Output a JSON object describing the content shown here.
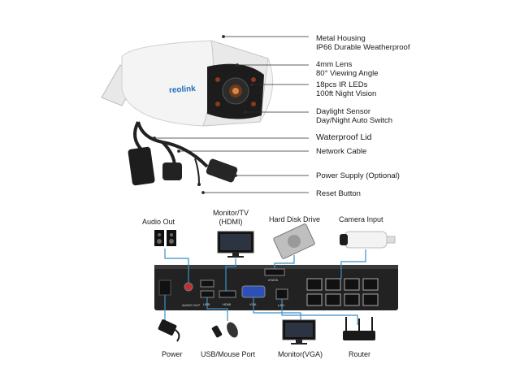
{
  "camera_callouts": [
    {
      "line1": "Metal Housing",
      "line2": "IP66 Durable Weatherproof"
    },
    {
      "line1": "4mm Lens",
      "line2": "80° Viewing Angle"
    },
    {
      "line1": "18pcs IR LEDs",
      "line2": "100ft Night Vision"
    },
    {
      "line1": "Daylight Sensor",
      "line2": "Day/Night Auto Switch"
    },
    {
      "line1": "Waterproof Lid",
      "line2": ""
    },
    {
      "line1": "Network Cable",
      "line2": ""
    },
    {
      "line1": "Power Supply (Optional)",
      "line2": ""
    },
    {
      "line1": "Reset Button",
      "line2": ""
    }
  ],
  "brand": "reolink",
  "top_devices": {
    "audio_out": "Audio Out",
    "monitor_tv_line1": "Monitor/TV",
    "monitor_tv_line2": "(HDMI)",
    "hard_disk": "Hard Disk Drive",
    "camera_input": "Camera Input"
  },
  "bottom_devices": {
    "power": "Power",
    "usb_mouse": "USB/Mouse Port",
    "monitor_vga": "Monitor(VGA)",
    "router": "Router"
  },
  "nvr_port_labels": {
    "audio": "AUDIO OUT",
    "usb": "USB",
    "hdmi": "HDMI",
    "vga": "VGA",
    "lan": "LAN",
    "esata": "eSATA"
  },
  "colors": {
    "callout_line": "#3a8fc8",
    "nvr_body": "#222222"
  }
}
